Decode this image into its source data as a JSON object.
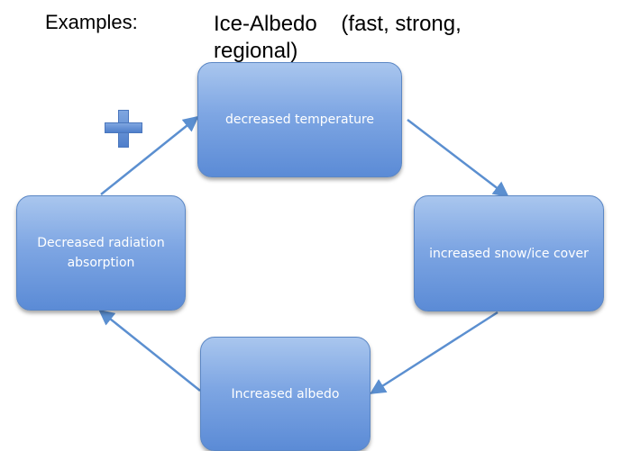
{
  "heading": {
    "label": "Examples:",
    "title": "Ice-Albedo    (fast, strong, regional)"
  },
  "feedback_sign": "+",
  "nodes": {
    "top": "decreased temperature",
    "right": "increased snow/ice cover",
    "bottom": "Increased albedo",
    "left": "Decreased radiation absorption"
  },
  "colors": {
    "node_fill": "#7ea6e3",
    "node_border": "#5b87c5",
    "arrow": "#5b8fd0",
    "node_text": "#ffffff"
  }
}
